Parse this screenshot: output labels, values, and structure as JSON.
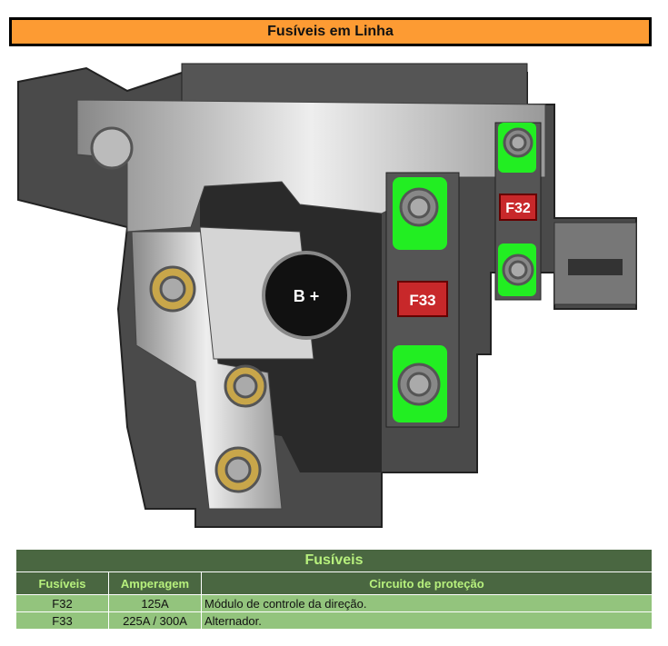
{
  "title": "Fusíveis em Linha",
  "diagram": {
    "labels": {
      "battery": "B +",
      "f32": "F32",
      "f33": "F33"
    },
    "colors": {
      "highlight": "#22ee22",
      "fuse": "#c8282a"
    }
  },
  "table": {
    "caption": "Fusíveis",
    "headers": [
      "Fusíveis",
      "Amperagem",
      "Circuito de proteção"
    ],
    "rows": [
      {
        "fuse": "F32",
        "amperage": "125A",
        "circuit": "Módulo de controle da direção."
      },
      {
        "fuse": "F33",
        "amperage": "225A / 300A",
        "circuit": "Alternador."
      }
    ]
  }
}
